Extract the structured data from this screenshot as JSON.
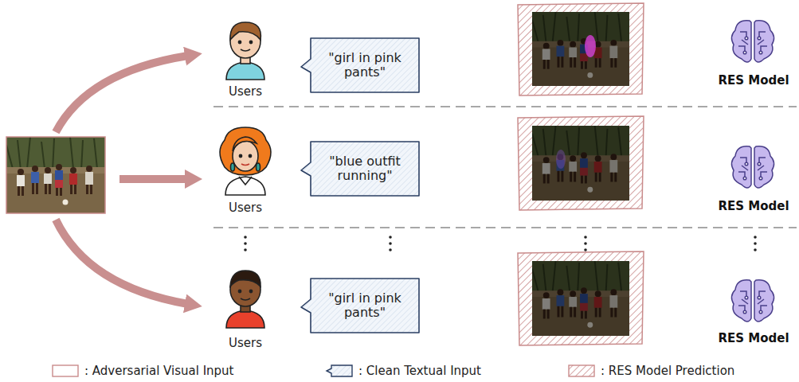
{
  "diagram": {
    "nodes": [
      {
        "text": [
          "Users"
        ]
      },
      {
        "text": [
          "\"girl in pink pants\""
        ]
      },
      {
        "text": [
          "RES Model"
        ]
      },
      {
        "text": [
          "Users"
        ]
      },
      {
        "text": [
          "\"blue outfit running\""
        ]
      },
      {
        "text": [
          "RES Model"
        ]
      },
      {
        "text": [
          "Users"
        ]
      },
      {
        "text": [
          "\"girl in pink pants\""
        ]
      },
      {
        "text": [
          "RES Model"
        ]
      }
    ],
    "legend": [
      {
        "text": ": Adversarial Visual Input"
      },
      {
        "text": ": Clean Textual Input"
      },
      {
        "text": ": RES Model Prediction"
      }
    ]
  }
}
